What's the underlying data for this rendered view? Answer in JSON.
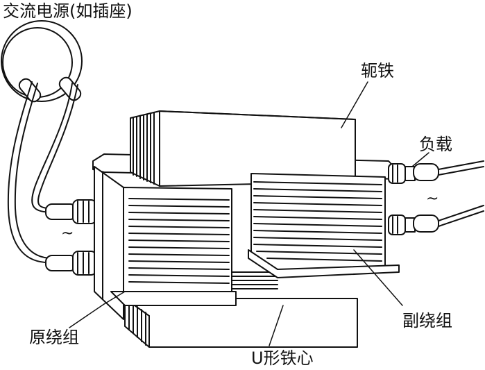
{
  "labels": {
    "power_source": "交流电源(如插座)",
    "yoke": "轭铁",
    "load": "负载",
    "primary_winding": "原绕组",
    "secondary_winding": "副绕组",
    "u_core": "U形铁心",
    "ac_primary": "~",
    "ac_secondary": "~"
  },
  "colors": {
    "ink": "#111111",
    "paper": "#ffffff",
    "shade": "#e6e6e6"
  }
}
